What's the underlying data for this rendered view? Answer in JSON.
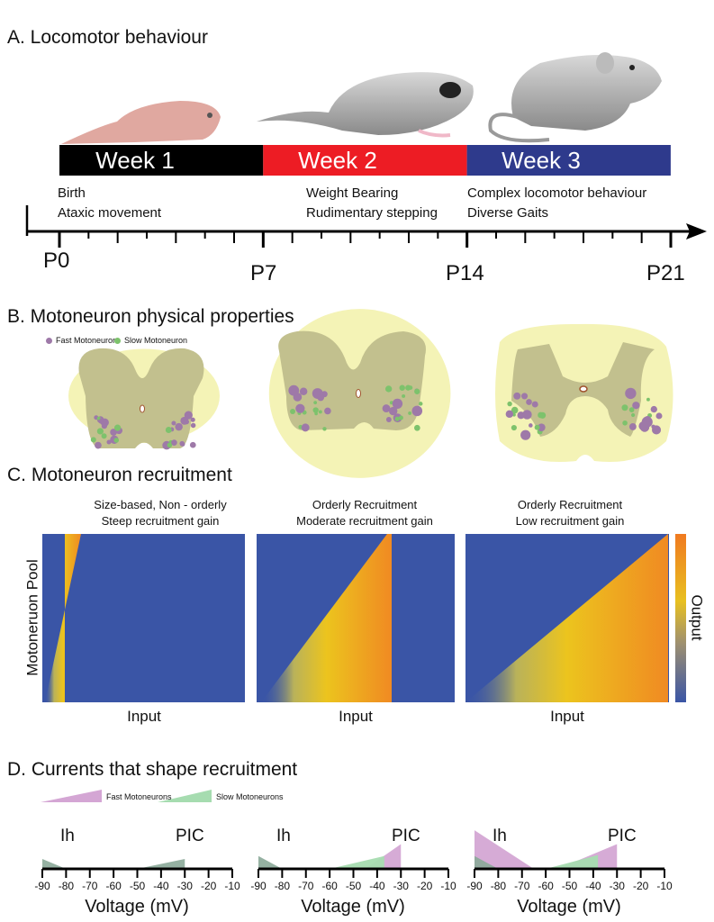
{
  "panelA": {
    "title": "A. Locomotor behaviour",
    "weeks": [
      {
        "label": "Week 1",
        "color": "#000000"
      },
      {
        "label": "Week 2",
        "color": "#ed1c24"
      },
      {
        "label": "Week 3",
        "color": "#2e3a8c"
      }
    ],
    "milestones": [
      [
        "Birth",
        "Ataxic movement"
      ],
      [
        "Weight Bearing",
        "Rudimentary stepping"
      ],
      [
        "Complex locomotor behaviour",
        "Diverse Gaits"
      ]
    ],
    "days": [
      "P0",
      "P7",
      "P14",
      "P21"
    ]
  },
  "panelB": {
    "title": "B. Motoneuron physical properties",
    "legend": {
      "fast": "Fast Motoneuron",
      "slow": "Slow Motoneuron"
    },
    "colors": {
      "fast": "#9e79a8",
      "slow": "#7dc26c",
      "grey": "#c2c08e",
      "white": "#f4f3b6"
    }
  },
  "panelC": {
    "title": "C. Motoneuron recruitment",
    "ylabel": "Motoneruon Pool",
    "colorbar_label": "Output",
    "xlabel": "Input",
    "panels": [
      {
        "l1": "Size-based, Non - orderly",
        "l2": "Steep recruitment gain"
      },
      {
        "l1": "Orderly Recruitment",
        "l2": "Moderate recruitment gain"
      },
      {
        "l1": "Orderly Recruitment",
        "l2": "Low recruitment gain"
      }
    ]
  },
  "panelD": {
    "title": "D. Currents that shape recruitment",
    "legend": {
      "fast": "Fast Motoneurons",
      "slow": "Slow Motoneurons"
    },
    "ih": "Ih",
    "pic": "PIC",
    "xlabel": "Voltage (mV)",
    "ticks": [
      "-90",
      "-80",
      "-70",
      "-60",
      "-50",
      "-40",
      "-30",
      "-20",
      "-10"
    ],
    "colors": {
      "fast": "#d4a6d4",
      "slow": "#a6dcb0",
      "overlap": "#8aa898"
    },
    "panels": [
      {
        "ih": [
          {
            "type": "overlap",
            "from": -90,
            "to": -80,
            "amp": 1
          }
        ],
        "pic": [
          {
            "type": "overlap",
            "from": -50,
            "to": -30,
            "amp": 1
          }
        ]
      },
      {
        "ih": [
          {
            "type": "overlap",
            "from": -90,
            "to": -80,
            "amp": 1.3
          }
        ],
        "pic": [
          {
            "type": "fast",
            "from": -45,
            "to": -30,
            "amp": 2.5
          },
          {
            "type": "slow",
            "from": -60,
            "to": -37,
            "amp": 1.3
          }
        ]
      },
      {
        "ih": [
          {
            "type": "fast",
            "from": -90,
            "to": -65,
            "amp": 3.9
          },
          {
            "type": "overlap",
            "from": -90,
            "to": -80,
            "amp": 1.3
          }
        ],
        "pic": [
          {
            "type": "fast",
            "from": -55,
            "to": -30,
            "amp": 2.5
          },
          {
            "type": "slow",
            "from": -60,
            "to": -38,
            "amp": 1.4
          }
        ]
      }
    ]
  }
}
